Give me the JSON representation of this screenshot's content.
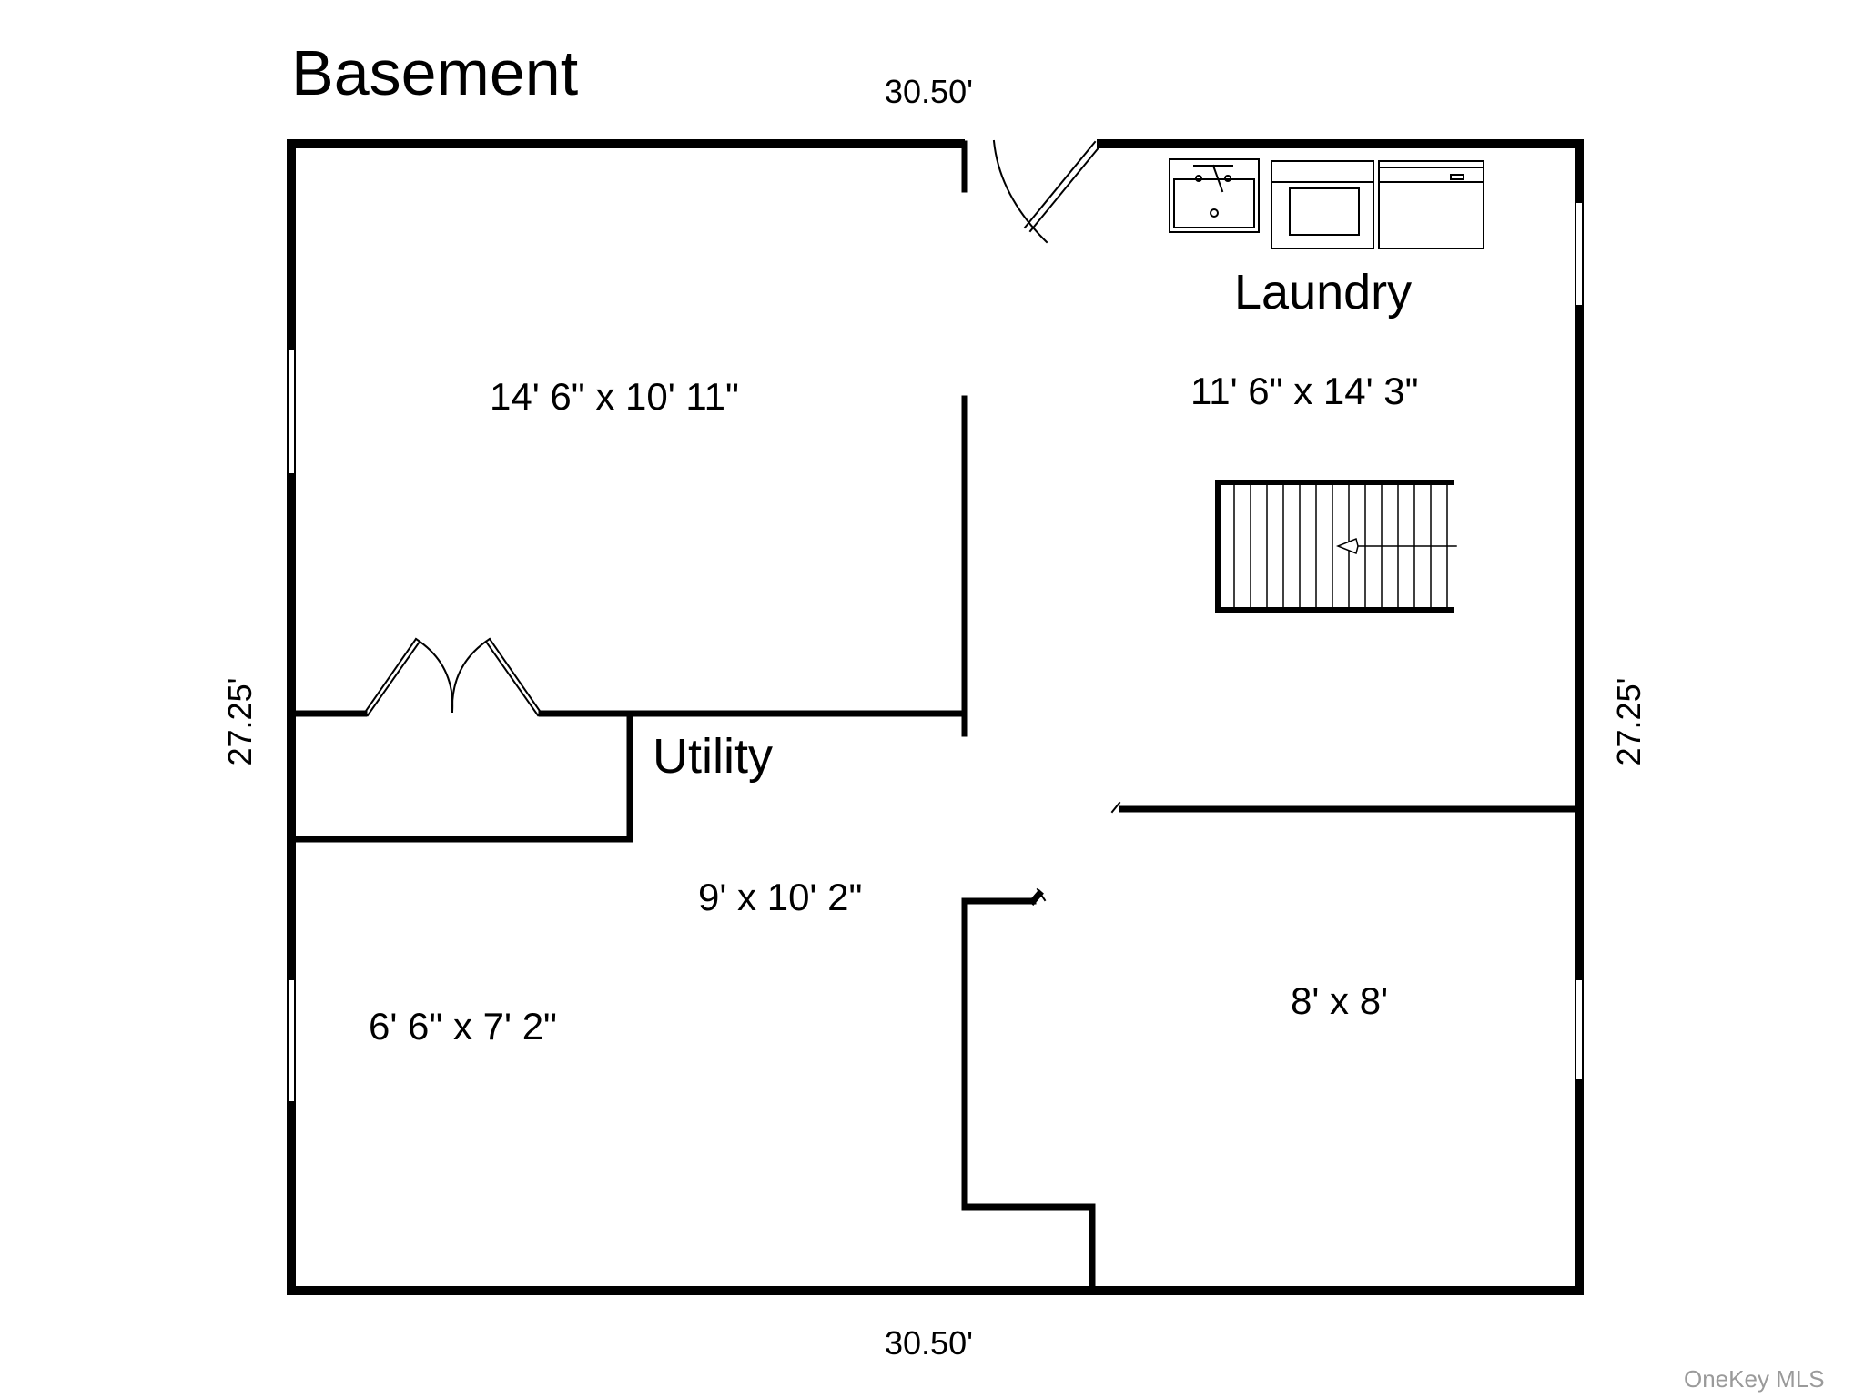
{
  "title": "Basement",
  "dimensions": {
    "top": "30.50'",
    "bottom": "30.50'",
    "left": "27.25'",
    "right": "27.25'"
  },
  "rooms": [
    {
      "id": "room-upper-left",
      "size": "14' 6\" x 10' 11\""
    },
    {
      "id": "laundry",
      "name": "Laundry",
      "size": "11' 6\" x 14' 3\""
    },
    {
      "id": "utility",
      "name": "Utility",
      "size": "9' x 10' 2\""
    },
    {
      "id": "room-lower-left",
      "size": "6' 6\" x 7' 2\""
    },
    {
      "id": "room-lower-right",
      "size": "8' x 8'"
    }
  ],
  "watermark": "OneKey MLS",
  "colors": {
    "walls": "#000000",
    "background": "#ffffff",
    "watermark": "#9a9a9a"
  }
}
